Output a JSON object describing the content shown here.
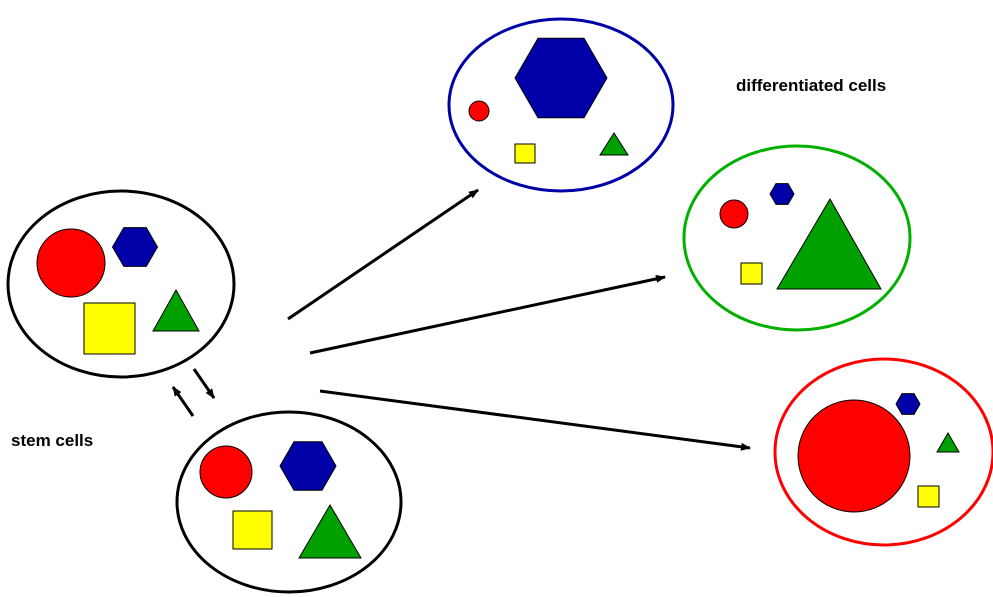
{
  "labels": {
    "stem_cells": "stem cells",
    "differentiated_cells": "differentiated cells"
  },
  "colors": {
    "red": "#ff0000",
    "blue": "#0000a8",
    "yellow": "#ffff00",
    "green": "#00a000",
    "black": "#000000",
    "blue_outline": "#0000a8",
    "green_outline": "#00b000",
    "red_outline": "#ff0000"
  },
  "cells": [
    {
      "id": "stem-cell-1",
      "type": "stem",
      "outline": "black"
    },
    {
      "id": "stem-cell-2",
      "type": "stem",
      "outline": "black"
    },
    {
      "id": "differentiated-cell-blue",
      "type": "differentiated",
      "outline": "blue",
      "dominant": "hexagon"
    },
    {
      "id": "differentiated-cell-green",
      "type": "differentiated",
      "outline": "green",
      "dominant": "triangle"
    },
    {
      "id": "differentiated-cell-red",
      "type": "differentiated",
      "outline": "red",
      "dominant": "circle"
    }
  ]
}
